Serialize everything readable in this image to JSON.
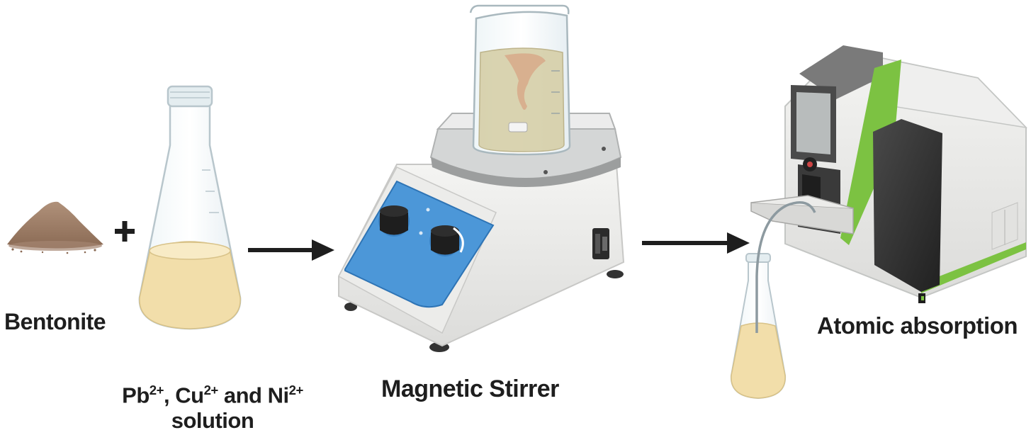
{
  "labels": {
    "bentonite": "Bentonite",
    "solution_pb": "Pb",
    "solution_cu": "Cu",
    "solution_ni": "Ni",
    "solution_charge": "2+",
    "solution_sep1": ", ",
    "solution_and": " and ",
    "solution_word": "solution",
    "stirrer": "Magnetic Stirrer",
    "aas": "Atomic absorption"
  },
  "operators": {
    "plus": "+"
  },
  "icons": [
    "powder-pile-icon",
    "plus-icon",
    "erlenmeyer-flask-icon",
    "arrow-right-icon",
    "magnetic-stirrer-icon",
    "beaker-icon",
    "atomic-absorption-spectrometer-icon",
    "sample-flask-icon"
  ],
  "colors": {
    "powder": "#9c7b63",
    "solution": "#f2deaa",
    "stirrer_panel": "#4c97d8",
    "instrument_accent": "#7cc242",
    "arrow": "#1e1e1e"
  }
}
